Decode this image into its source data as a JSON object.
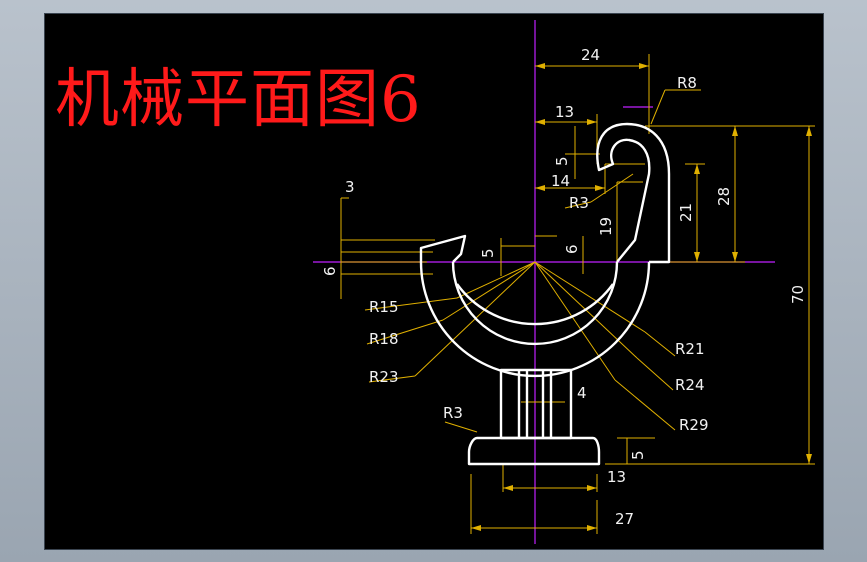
{
  "title": "机械平面图6",
  "colors": {
    "frame_bg": "#9aa5b1",
    "canvas_bg": "#000000",
    "title": "#ff1a1a",
    "outline": "#ffffff",
    "dimension": "#e0b000",
    "centerline": "#c020ff",
    "text": "#f2f2f2"
  },
  "dimensions": {
    "d24": "24",
    "d13_top": "13",
    "d5_top": "5",
    "d14": "14",
    "d19": "19",
    "d21": "21",
    "d28": "28",
    "d70": "70",
    "d3_left": "3",
    "d6_left": "6",
    "d5_left": "5",
    "d6_mid": "6",
    "d4": "4",
    "d5_base": "5",
    "d13_bottom": "13",
    "d27": "27"
  },
  "radii": {
    "r8": "R8",
    "r3_top": "R3",
    "r15": "R15",
    "r18": "R18",
    "r23": "R23",
    "r21": "R21",
    "r24": "R24",
    "r29": "R29",
    "r3_base": "R3"
  }
}
